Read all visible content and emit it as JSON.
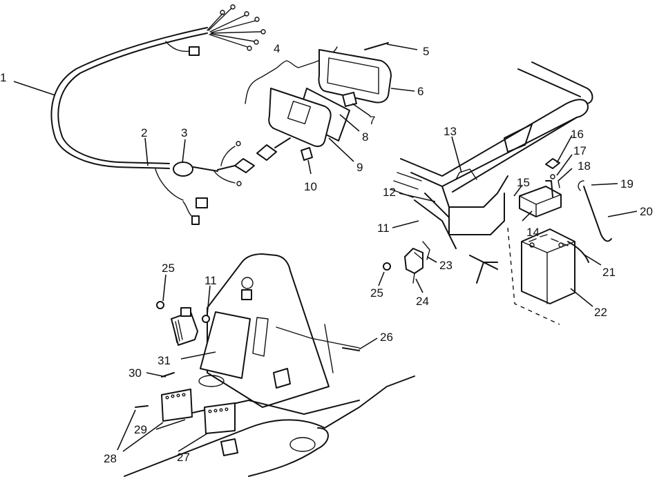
{
  "labels": [
    {
      "id": "1",
      "text": "1"
    },
    {
      "id": "2",
      "text": "2"
    },
    {
      "id": "3",
      "text": "3"
    },
    {
      "id": "4",
      "text": "4"
    },
    {
      "id": "5",
      "text": "5"
    },
    {
      "id": "6",
      "text": "6"
    },
    {
      "id": "7",
      "text": "7"
    },
    {
      "id": "8",
      "text": "8"
    },
    {
      "id": "9",
      "text": "9"
    },
    {
      "id": "10",
      "text": "10"
    },
    {
      "id": "11a",
      "text": "11"
    },
    {
      "id": "11b",
      "text": "11"
    },
    {
      "id": "12",
      "text": "12"
    },
    {
      "id": "13",
      "text": "13"
    },
    {
      "id": "14",
      "text": "14"
    },
    {
      "id": "15",
      "text": "15"
    },
    {
      "id": "16",
      "text": "16"
    },
    {
      "id": "17",
      "text": "17"
    },
    {
      "id": "18",
      "text": "18"
    },
    {
      "id": "19",
      "text": "19"
    },
    {
      "id": "20",
      "text": "20"
    },
    {
      "id": "21",
      "text": "21"
    },
    {
      "id": "22",
      "text": "22"
    },
    {
      "id": "23",
      "text": "23"
    },
    {
      "id": "24",
      "text": "24"
    },
    {
      "id": "25a",
      "text": "25"
    },
    {
      "id": "25b",
      "text": "25"
    },
    {
      "id": "26",
      "text": "26"
    },
    {
      "id": "27",
      "text": "27"
    },
    {
      "id": "28",
      "text": "28"
    },
    {
      "id": "29",
      "text": "29"
    },
    {
      "id": "30",
      "text": "30"
    },
    {
      "id": "31",
      "text": "31"
    }
  ]
}
